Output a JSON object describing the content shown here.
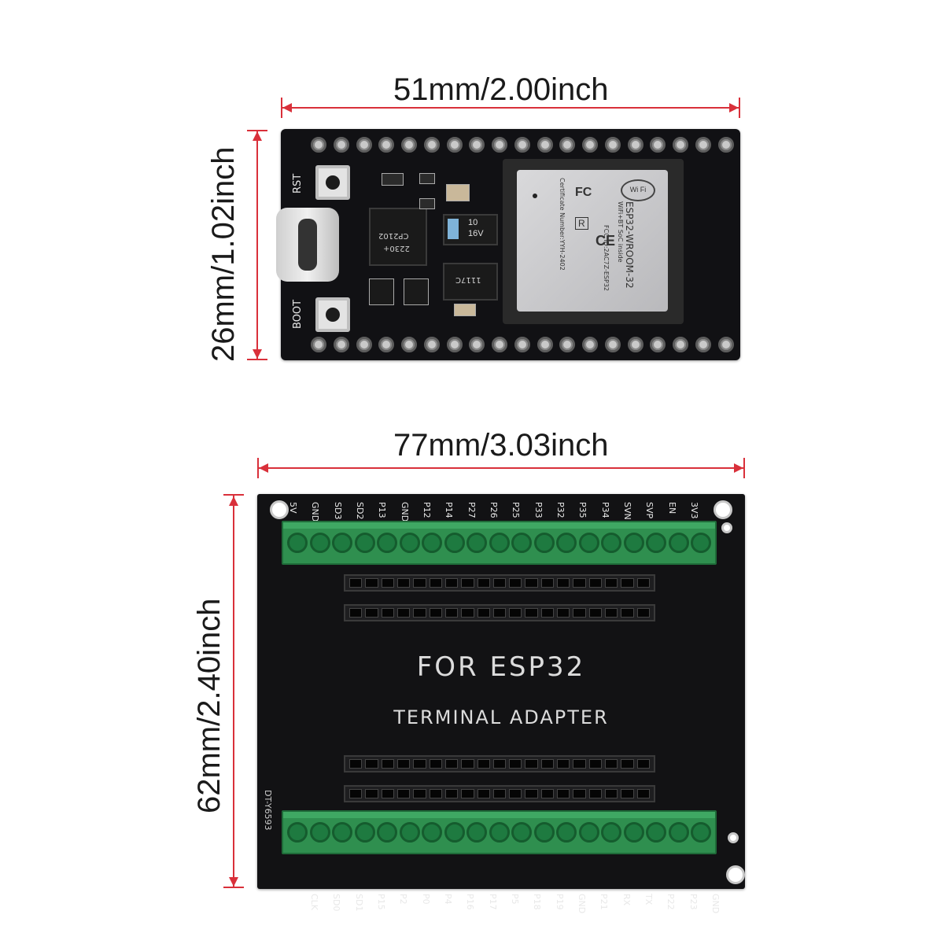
{
  "dimensions": {
    "esp_width": "51mm/2.00inch",
    "esp_height": "26mm/1.02inch",
    "adapter_width": "77mm/3.03inch",
    "adapter_height": "62mm/2.40inch"
  },
  "dimension_line_color": "#d9303a",
  "esp_board": {
    "rst_label": "RST",
    "boot_label": "BOOT",
    "chip_marking": "CP2102",
    "chip_marking_2": "2230+",
    "cap_marking": "10\n16V",
    "regulator_marking": "1117C",
    "module": {
      "wifi_logo": "Wi Fi",
      "fc": "FC",
      "r": "R",
      "ce": "CE",
      "name": "ESP32-WROOM-32",
      "line2": "WiFi+BT SoC inside",
      "cert": "Certificate Number:YYH-2402",
      "fcc": "FCC ID:2AC7Z-ESP32"
    }
  },
  "adapter": {
    "title": "FOR ESP32",
    "subtitle": "TERMINAL ADAPTER",
    "model": "DT-Y6593",
    "top_pins": [
      "5V",
      "GND",
      "SD3",
      "SD2",
      "P13",
      "GND",
      "P12",
      "P14",
      "P27",
      "P26",
      "P25",
      "P33",
      "P32",
      "P35",
      "P34",
      "SVN",
      "SVP",
      "EN",
      "3V3"
    ],
    "bottom_pins": [
      "CLK",
      "SD0",
      "SD1",
      "P15",
      "P2",
      "P0",
      "P4",
      "P16",
      "P17",
      "P5",
      "P18",
      "P19",
      "GND",
      "P21",
      "RX",
      "TX",
      "P22",
      "P23",
      "GND"
    ]
  }
}
